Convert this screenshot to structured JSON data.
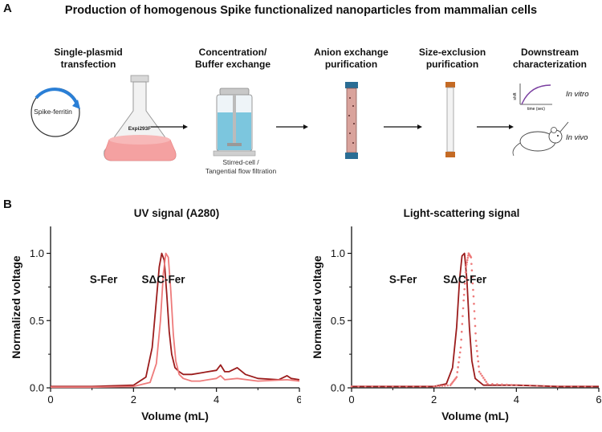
{
  "panel_a": {
    "letter": "A",
    "title": "Production of homogenous Spike functionalized nanoparticles from mammalian cells",
    "steps": [
      {
        "label_line1": "Single-plasmid",
        "label_line2": "transfection"
      },
      {
        "label_line1": "Concentration/",
        "label_line2": "Buffer exchange"
      },
      {
        "label_line1": "Anion exchange",
        "label_line2": "purification"
      },
      {
        "label_line1": "Size-exclusion",
        "label_line2": "purification"
      },
      {
        "label_line1": "Downstream",
        "label_line2": "characterization"
      }
    ],
    "plasmid_label": "Spike-ferritin",
    "flask_label": "Expi293F",
    "stirred_cell_note_line1": "Stirred-cell /",
    "stirred_cell_note_line2": "Tangential flow filtration",
    "in_vitro_label": "In vitro",
    "in_vivo_label": "In vivo",
    "mini_plot_ylabel": "shift",
    "mini_plot_xlabel": "time (sec)"
  },
  "panel_b": {
    "letter": "B"
  },
  "chart_data": [
    {
      "type": "line",
      "title": "UV signal (A280)",
      "xlabel": "Volume (mL)",
      "ylabel": "Normalized voltage",
      "xlim": [
        0,
        6
      ],
      "ylim": [
        0,
        1.2
      ],
      "xticks": [
        "0",
        "2",
        "4",
        "6"
      ],
      "yticks": [
        "0.0",
        "0.5",
        "1.0"
      ],
      "annotations": [
        "S-Fer",
        "SΔC-Fer"
      ],
      "series": [
        {
          "name": "S-Fer",
          "color": "#9b1c1c",
          "x": [
            0,
            1.0,
            2.0,
            2.3,
            2.45,
            2.55,
            2.62,
            2.68,
            2.74,
            2.8,
            2.86,
            2.92,
            3.0,
            3.1,
            3.2,
            3.4,
            3.6,
            3.8,
            4.0,
            4.1,
            4.2,
            4.3,
            4.5,
            4.7,
            5.0,
            5.5,
            5.7,
            5.8,
            6.0
          ],
          "y": [
            0.01,
            0.01,
            0.02,
            0.08,
            0.3,
            0.65,
            0.9,
            1.0,
            0.95,
            0.7,
            0.42,
            0.25,
            0.15,
            0.12,
            0.1,
            0.1,
            0.11,
            0.12,
            0.13,
            0.17,
            0.12,
            0.12,
            0.15,
            0.1,
            0.07,
            0.06,
            0.09,
            0.07,
            0.06
          ]
        },
        {
          "name": "SΔC-Fer",
          "color": "#ee7b7b",
          "x": [
            0,
            1.0,
            2.0,
            2.4,
            2.55,
            2.65,
            2.72,
            2.78,
            2.84,
            2.9,
            2.96,
            3.02,
            3.1,
            3.2,
            3.4,
            3.6,
            3.8,
            4.0,
            4.1,
            4.2,
            4.5,
            5.0,
            5.7,
            6.0
          ],
          "y": [
            0.005,
            0.005,
            0.01,
            0.04,
            0.18,
            0.5,
            0.85,
            1.0,
            0.97,
            0.72,
            0.4,
            0.2,
            0.1,
            0.07,
            0.05,
            0.05,
            0.06,
            0.07,
            0.09,
            0.06,
            0.07,
            0.05,
            0.06,
            0.05
          ]
        }
      ]
    },
    {
      "type": "line",
      "title": "Light-scattering signal",
      "xlabel": "Volume (mL)",
      "ylabel": "Normalized voltage",
      "xlim": [
        0,
        6
      ],
      "ylim": [
        0,
        1.2
      ],
      "xticks": [
        "0",
        "2",
        "4",
        "6"
      ],
      "yticks": [
        "0.0",
        "0.5",
        "1.0"
      ],
      "annotations": [
        "S-Fer",
        "SΔC-Fer"
      ],
      "series": [
        {
          "name": "S-Fer",
          "color": "#9b1c1c",
          "x": [
            0,
            1.0,
            2.0,
            2.3,
            2.45,
            2.55,
            2.62,
            2.68,
            2.74,
            2.8,
            2.86,
            2.92,
            3.0,
            3.2,
            4.0,
            5.0,
            6.0
          ],
          "y": [
            0.01,
            0.01,
            0.01,
            0.03,
            0.15,
            0.45,
            0.8,
            0.98,
            1.0,
            0.8,
            0.45,
            0.2,
            0.07,
            0.02,
            0.02,
            0.01,
            0.01
          ]
        },
        {
          "name": "SΔC-Fer",
          "color": "#ee7b7b",
          "x": [
            0,
            1.0,
            2.0,
            2.4,
            2.55,
            2.65,
            2.72,
            2.78,
            2.84,
            2.9,
            2.96,
            3.02,
            3.1,
            3.3,
            4.0,
            5.0,
            6.0
          ],
          "y": [
            0.01,
            0.01,
            0.01,
            0.02,
            0.08,
            0.3,
            0.65,
            0.9,
            1.0,
            0.97,
            0.68,
            0.35,
            0.12,
            0.03,
            0.02,
            0.01,
            0.01
          ]
        }
      ]
    }
  ]
}
